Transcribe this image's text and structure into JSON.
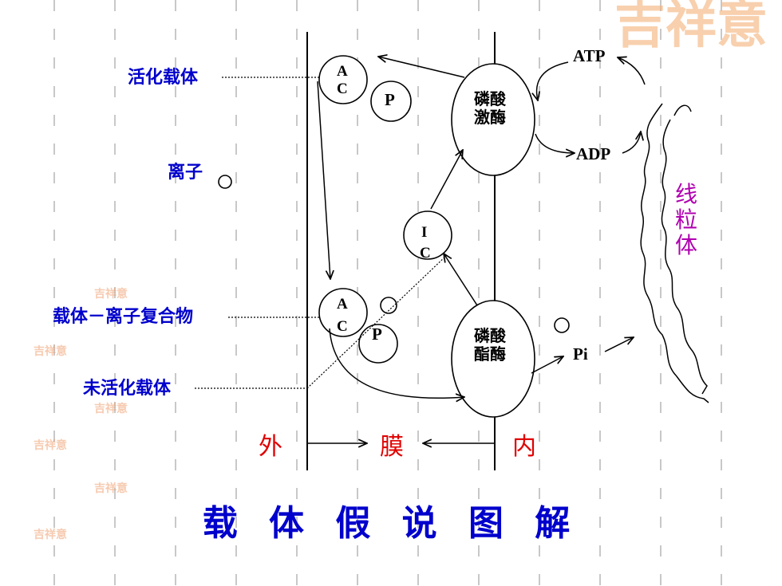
{
  "title": "载 体 假 说 图 解",
  "labels": {
    "activated_carrier": "活化载体",
    "ion": "离子",
    "carrier_ion_complex": "载体－离子复合物",
    "inactivated_carrier": "未活化载体",
    "mitochondria": "线粒体",
    "outside": "外",
    "membrane": "膜",
    "inside": "内"
  },
  "enzymes": {
    "kinase_line1": "磷酸",
    "kinase_line2": "激酶",
    "phosphatase_line1": "磷酸",
    "phosphatase_line2": "酯酶"
  },
  "molecules": {
    "atp": "ATP",
    "adp": "ADP",
    "pi": "Pi",
    "p": "P"
  },
  "carriers": {
    "ac_a": "A",
    "ac_c": "C",
    "ic_i": "I",
    "ic_c": "C"
  },
  "logo_text": "吉祥意",
  "colors": {
    "blue": "#0000cc",
    "red": "#e00000",
    "purple": "#b000b0",
    "logo": "#f0a070"
  }
}
